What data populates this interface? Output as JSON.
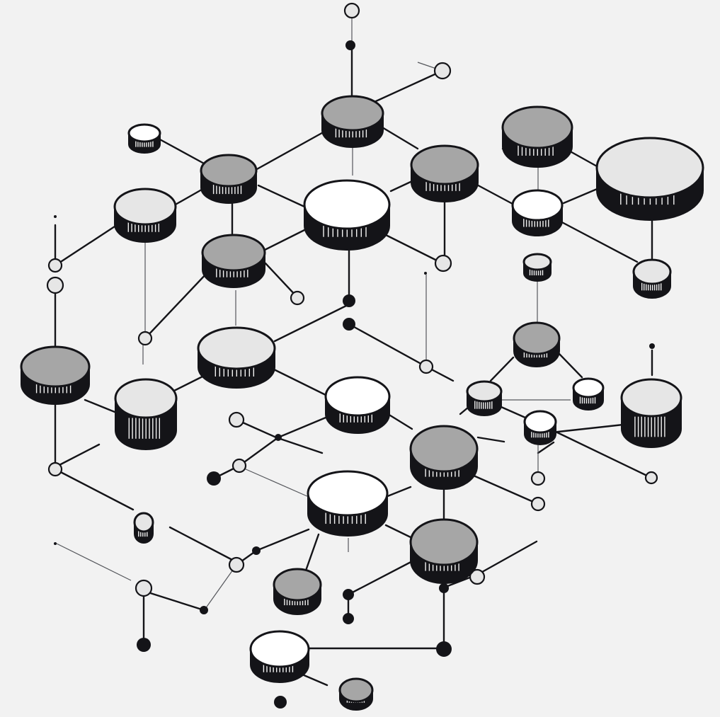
{
  "diagram": {
    "type": "network",
    "colors": {
      "background": "#f2f2f2",
      "ink": "#141418",
      "fill_white": "#ffffff",
      "fill_light": "#e6e6e6",
      "fill_gray": "#a6a6a6"
    },
    "node_count": 30,
    "connector_dot_count": 28,
    "labels": []
  }
}
